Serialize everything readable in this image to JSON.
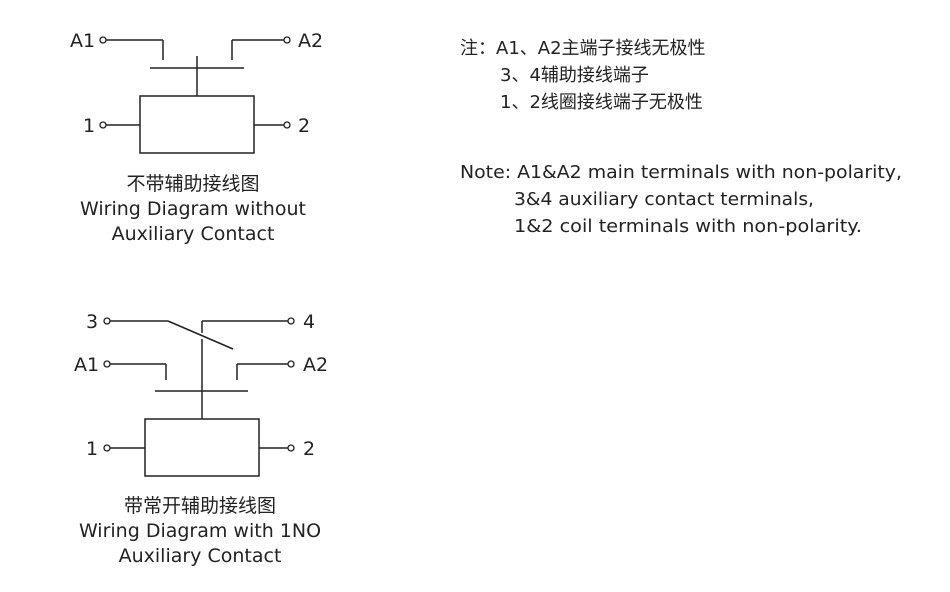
{
  "diagram1": {
    "terminals": {
      "a1": "A1",
      "a2": "A2",
      "one": "1",
      "two": "2"
    },
    "caption_cn": "不带辅助接线图",
    "caption_en_1": "Wiring Diagram without",
    "caption_en_2": "Auxiliary Contact"
  },
  "diagram2": {
    "terminals": {
      "three": "3",
      "four": "4",
      "a1": "A1",
      "a2": "A2",
      "one": "1",
      "two": "2"
    },
    "caption_cn": "带常开辅助接线图",
    "caption_en_1": "Wiring Diagram with 1NO",
    "caption_en_2": "Auxiliary Contact"
  },
  "notes_cn": {
    "line1": "注：A1、A2主端子接线无极性",
    "line2": "3、4辅助接线端子",
    "line3": "1、2线圈接线端子无极性"
  },
  "notes_en": {
    "line1": "Note: A1&A2 main terminals with non-polarity,",
    "line2": "3&4 auxiliary contact terminals,",
    "line3": "1&2 coil terminals with non-polarity."
  }
}
